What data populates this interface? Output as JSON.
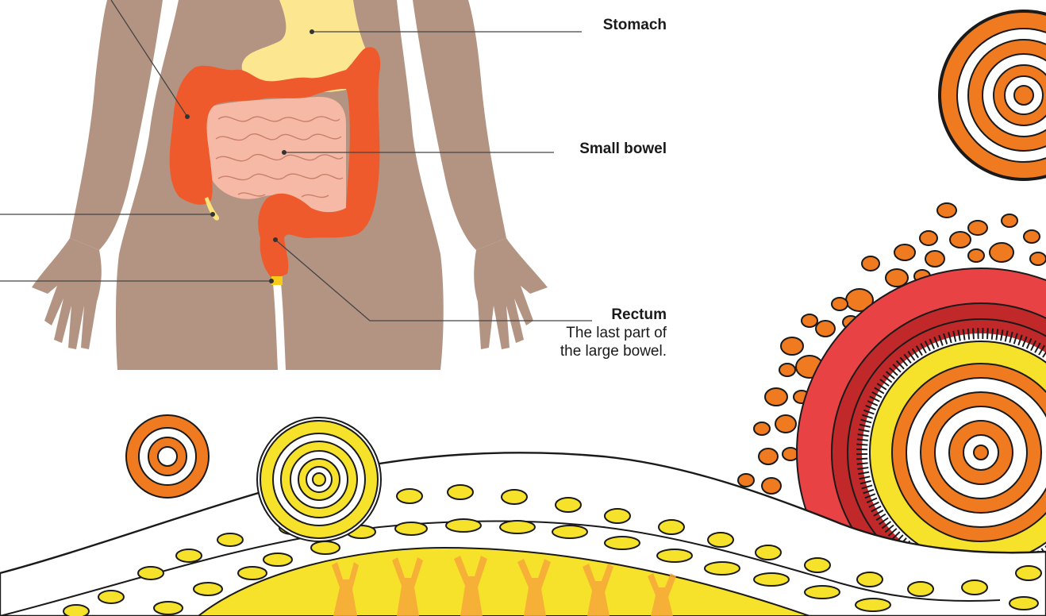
{
  "labels": {
    "stomach": {
      "title": "Stomach"
    },
    "small_bowel": {
      "title": "Small bowel"
    },
    "rectum": {
      "title": "Rectum",
      "description_line1": "The last part of",
      "description_line2": "the large bowel."
    }
  },
  "colors": {
    "skin": "#b39483",
    "large_bowel": "#ef5a2c",
    "small_bowel": "#f6b9a5",
    "stomach": "#fde690",
    "appendix": "#fbe27a",
    "anus": "#f7c919",
    "art_orange": "#ef7a1f",
    "art_yellow": "#f6e22a",
    "art_red": "#e84245",
    "art_dark_red": "#c1282a",
    "leader_line": "#444444"
  }
}
